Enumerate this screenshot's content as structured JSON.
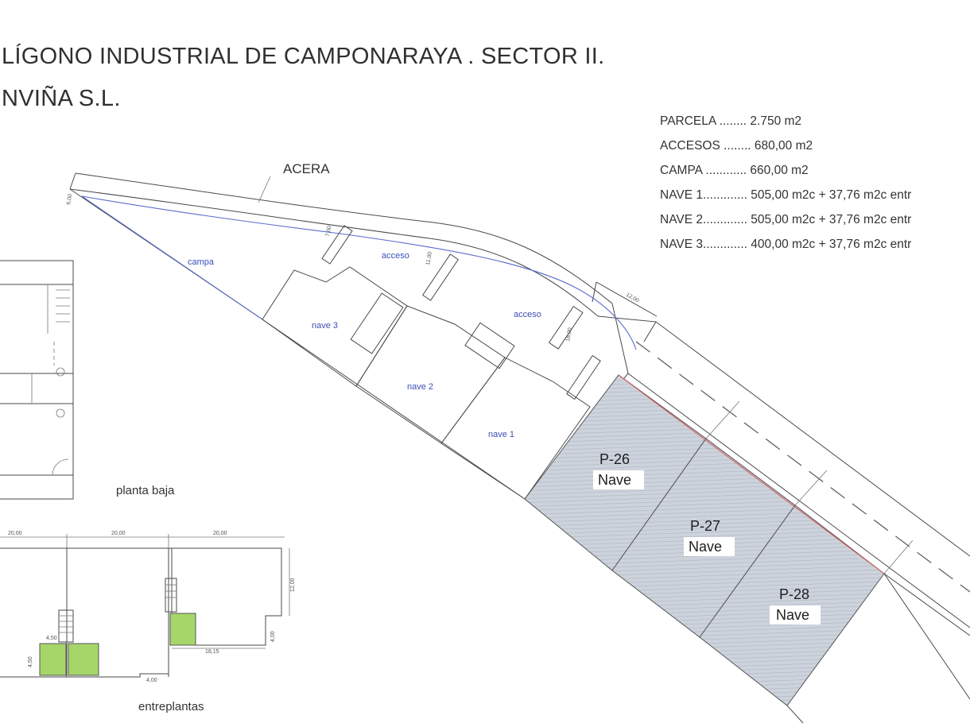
{
  "header": {
    "title_line1": "LÍGONO INDUSTRIAL DE CAMPONARAYA . SECTOR II.",
    "title_line2": "NVIÑA S.L."
  },
  "areas": [
    "PARCELA ........ 2.750 m2",
    "ACCESOS ........ 680,00 m2",
    "CAMPA ............ 660,00 m2",
    "NAVE 1............. 505,00 m2c + 37,76 m2c entr",
    "NAVE 2............. 505,00 m2c + 37,76 m2c entr",
    "NAVE 3............. 400,00 m2c + 37,76 m2c entr"
  ],
  "site_plan": {
    "acera_label": "ACERA",
    "zones": {
      "campa": "campa",
      "acceso_1": "acceso",
      "acceso_2": "acceso",
      "nave3": "nave 3",
      "nave2": "nave 2",
      "nave1": "nave 1"
    },
    "plots": [
      {
        "code": "P-26",
        "use": "Nave"
      },
      {
        "code": "P-27",
        "use": "Nave"
      },
      {
        "code": "P-28",
        "use": "Nave"
      }
    ],
    "dimensions": {
      "d1": "6,00",
      "d2": "7,00",
      "d3": "11,00",
      "d4": "12,00",
      "d5": "18,00"
    }
  },
  "ground_floor": {
    "caption": "planta baja"
  },
  "mezzanine": {
    "caption": "entreplantas",
    "dimensions": {
      "top1": "20,00",
      "top2": "20,00",
      "top3": "20,00",
      "right": "12,00",
      "step": "4,00",
      "inner": "18,15",
      "small1": "4,50",
      "small2": "4,50",
      "bottom": "4,00"
    }
  },
  "colors": {
    "zone_line": "#5a6bc8",
    "plot_fill": "#c9cfd8",
    "mezzanine_fill": "#a6d66a",
    "boundary_red": "#d85a5a"
  }
}
